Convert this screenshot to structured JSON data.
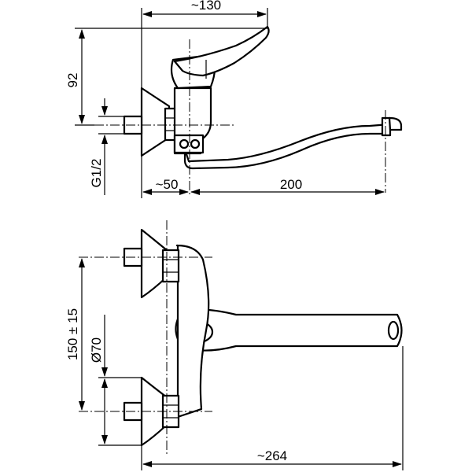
{
  "dimensions": {
    "top_width": "~130",
    "height_92": "92",
    "thread": "G1/2",
    "offset_50": "~50",
    "spout_200": "200",
    "spacing": "150 ± 15",
    "rosette_dia": "Ø70",
    "overall_length": "~264"
  },
  "colors": {
    "line": "#000000",
    "background": "#ffffff"
  }
}
